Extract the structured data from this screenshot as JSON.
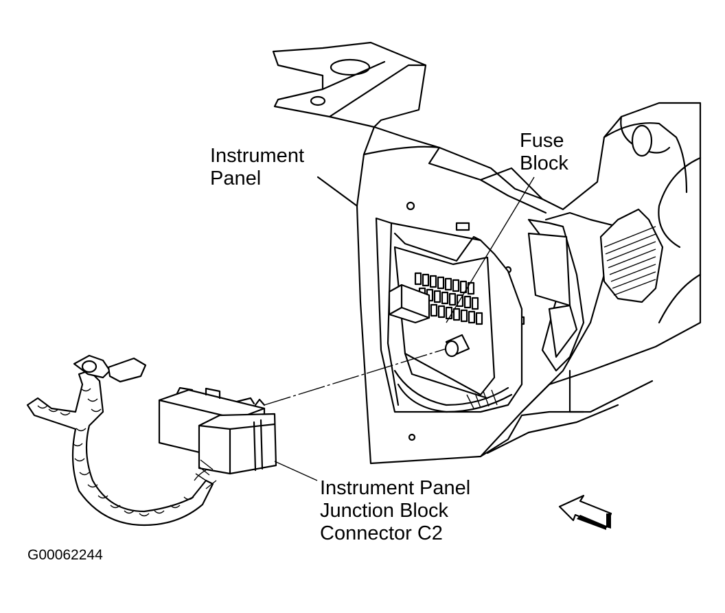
{
  "labels": {
    "instrument_panel": [
      "Instrument",
      "Panel"
    ],
    "fuse_block": [
      "Fuse",
      "Block"
    ],
    "connector": [
      "Instrument Panel",
      "Junction Block",
      "Connector C2"
    ]
  },
  "figure_code": "G00062244",
  "colors": {
    "line": "#000000",
    "background": "#ffffff"
  }
}
